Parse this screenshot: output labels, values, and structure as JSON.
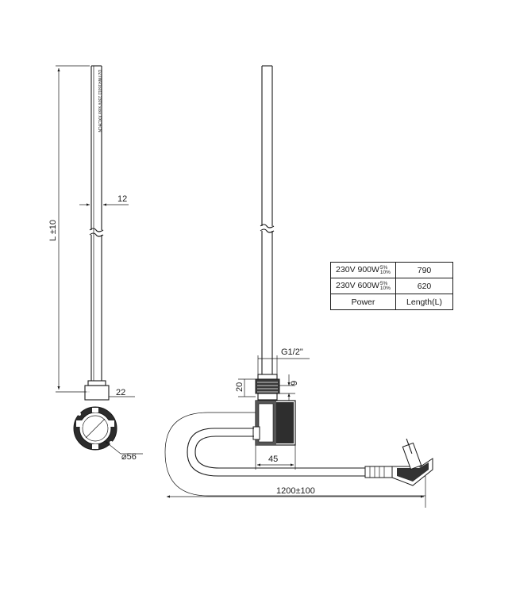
{
  "dimensions": {
    "length": "L ±10",
    "tube_width": "12",
    "nut_width": "22",
    "collar_diameter": "⌀56",
    "thread": "G1/2\"",
    "thread_height": "20",
    "offset": "9",
    "body_width": "45",
    "cable_length": "1200±100"
  },
  "tube_marking": "DZTWR16011 230V xxxx XXCHCN",
  "spec_table": {
    "rows": [
      {
        "model": "230V 900W",
        "tol_upper": "5%",
        "tol_lower": "10%",
        "length": "790"
      },
      {
        "model": "230V 600W",
        "tol_upper": "5%",
        "tol_lower": "10%",
        "length": "620"
      }
    ],
    "header": {
      "power": "Power",
      "length": "Length(L)"
    }
  }
}
